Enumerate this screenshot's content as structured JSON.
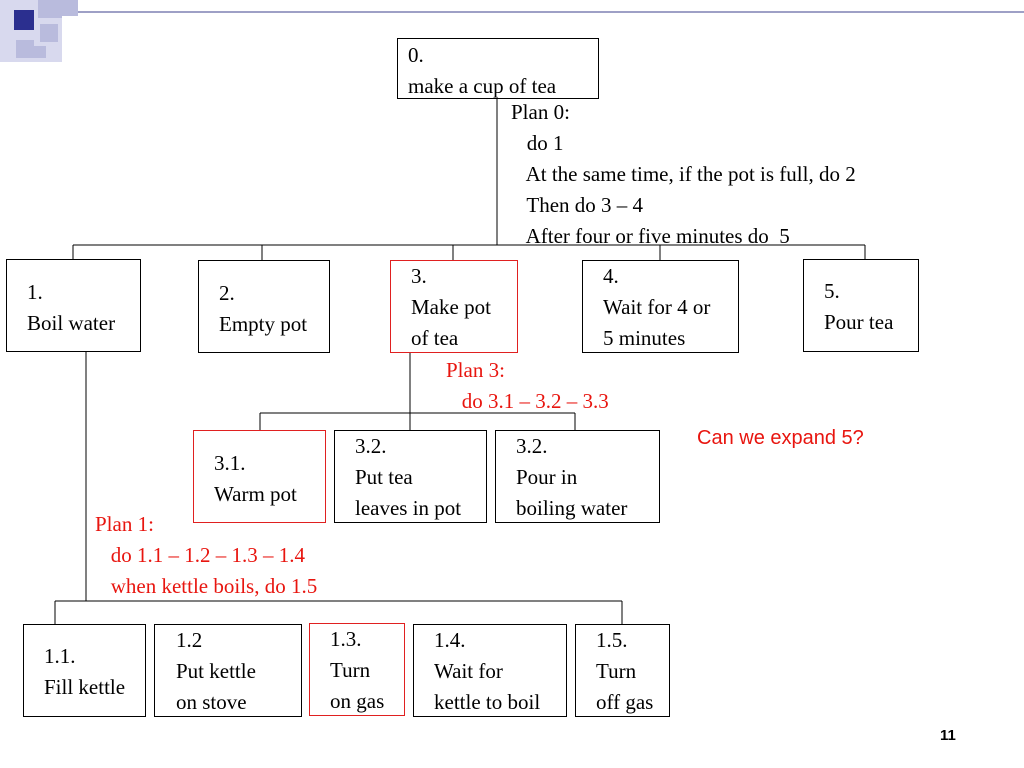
{
  "colors": {
    "accent_red": "#e8150f",
    "logo_navy": "#2b2f8f",
    "logo_lavender": "#b9bbdd",
    "logo_light": "#d8d9ee",
    "header_line": "#9ea0c6"
  },
  "nodes": {
    "n0": [
      "0.",
      "make a cup of tea"
    ],
    "n1": [
      "1.",
      "Boil water"
    ],
    "n2": [
      "2.",
      "Empty pot"
    ],
    "n3": [
      "3.",
      "Make pot",
      "of tea"
    ],
    "n4": [
      "4.",
      "Wait for 4 or",
      "5 minutes"
    ],
    "n5": [
      "5.",
      "Pour tea"
    ],
    "n31": [
      "3.1.",
      "Warm pot"
    ],
    "n32": [
      "3.2.",
      "Put tea",
      "leaves in pot"
    ],
    "n33": [
      "3.2.",
      "Pour in",
      "boiling water"
    ],
    "n11": [
      "1.1.",
      "Fill kettle"
    ],
    "n12": [
      "1.2",
      "Put kettle",
      "on stove"
    ],
    "n13": [
      "1.3.",
      "Turn",
      "on gas"
    ],
    "n14": [
      "1.4.",
      "Wait for",
      "kettle to boil"
    ],
    "n15": [
      "1.5.",
      "Turn",
      "off gas"
    ]
  },
  "plans": {
    "plan0": [
      "Plan 0:",
      "   do 1",
      "   At the same time, if the pot is full, do 2",
      "   Then do 3 – 4",
      "   After four or five minutes do  5"
    ],
    "plan3": [
      "Plan 3:",
      "   do 3.1 – 3.2 – 3.3"
    ],
    "plan1": [
      "Plan 1:",
      "   do 1.1 – 1.2 – 1.3 – 1.4",
      "   when kettle boils, do 1.5"
    ]
  },
  "question": "Can we expand 5?",
  "page_number": "11"
}
